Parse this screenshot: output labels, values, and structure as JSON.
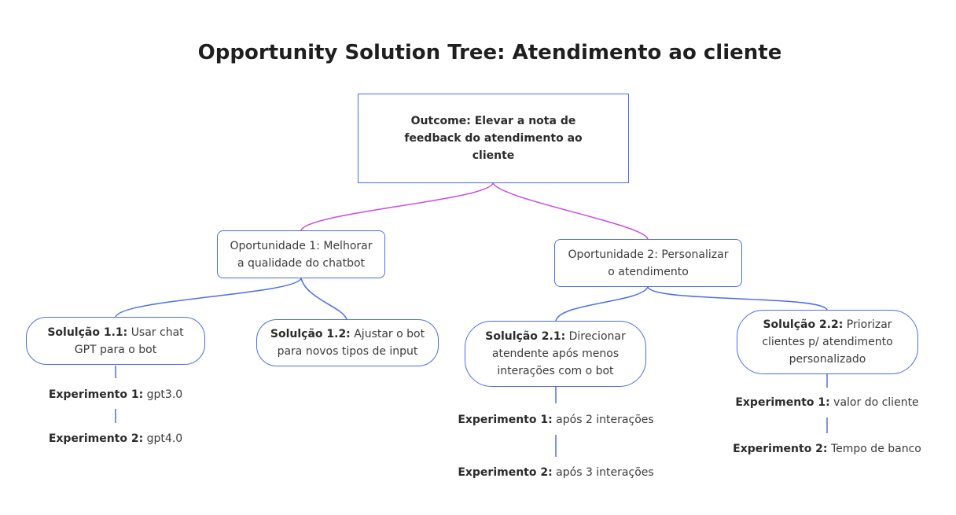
{
  "title": "Opportunity Solution Tree: Atendimento ao cliente",
  "colors": {
    "node_border": "#4d6de3",
    "outcome_links": "#c84ee0",
    "solution_links": "#4d6de3",
    "text": "#3b3b3b"
  },
  "outcome": {
    "text": "Outcome: Elevar a nota de feedback do atendimento ao cliente"
  },
  "opportunities": [
    {
      "text": "Oportunidade 1: Melhorar a qualidade do chatbot"
    },
    {
      "text": "Oportunidade 2: Personalizar o atendimento"
    }
  ],
  "solutions": [
    {
      "label": "Solulção 1.1:",
      "text": "Usar chat GPT para o bot"
    },
    {
      "label": "Solulção 1.2:",
      "text": "Ajustar o bot para novos tipos de input"
    },
    {
      "label": "Solulção 2.1:",
      "text": "Direcionar atendente após menos interações com o bot"
    },
    {
      "label": "Solulção 2.2:",
      "text": "Priorizar clientes p/ atendimento personalizado"
    }
  ],
  "experiments": {
    "s11": [
      {
        "label": "Experimento 1:",
        "text": "gpt3.0"
      },
      {
        "label": "Experimento 2:",
        "text": "gpt4.0"
      }
    ],
    "s21": [
      {
        "label": "Experimento 1:",
        "text": "após 2 interações"
      },
      {
        "label": "Experimento 2:",
        "text": "após 3 interações"
      }
    ],
    "s22": [
      {
        "label": "Experimento 1:",
        "text": "valor do cliente"
      },
      {
        "label": "Experimento 2:",
        "text": "Tempo de banco"
      }
    ]
  }
}
